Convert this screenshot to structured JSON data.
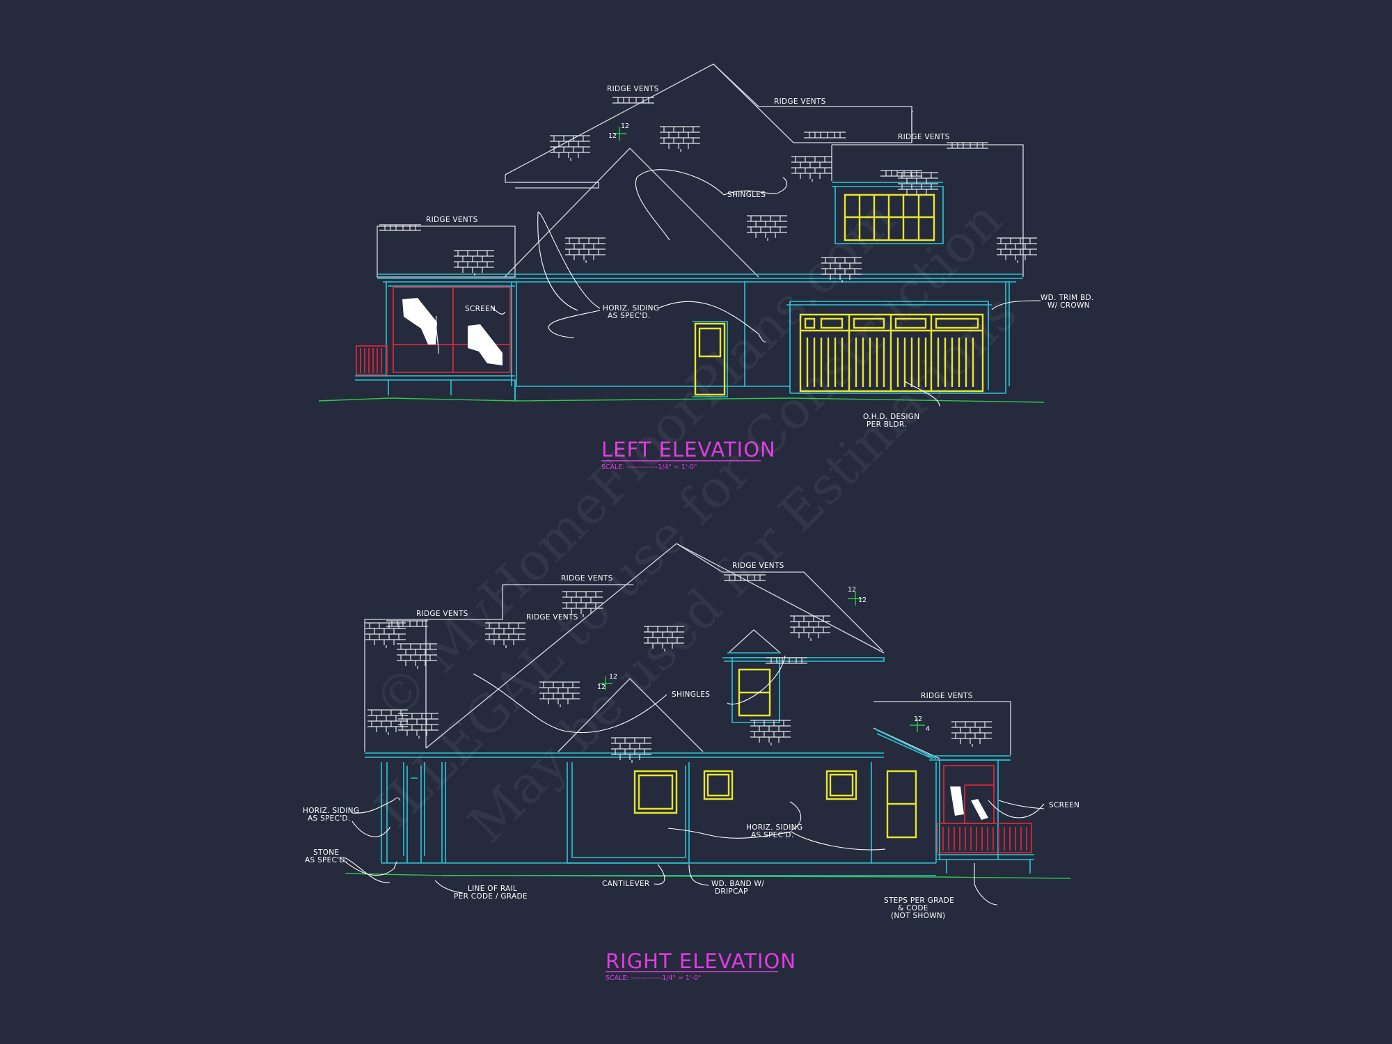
{
  "left_elevation": {
    "title": "LEFT ELEVATION",
    "scale": "SCALE: -------------1/4\" = 1'-0\"",
    "labels": {
      "ridge_vents_1": "RIDGE VENTS",
      "ridge_vents_2": "RIDGE VENTS",
      "ridge_vents_3": "RIDGE VENTS",
      "ridge_vents_4": "RIDGE VENTS",
      "shingles": "SHINGLES",
      "screen": "SCREEN",
      "horiz_siding_1": "HORIZ. SIDING",
      "horiz_siding_2": "AS SPEC'D.",
      "trim_1": "WD. TRIM BD.",
      "trim_2": "W/ CROWN",
      "ohd_1": "O.H.D. DESIGN",
      "ohd_2": "PER BLDR."
    },
    "pitch": {
      "rise": "12",
      "run": "12"
    }
  },
  "right_elevation": {
    "title": "RIGHT ELEVATION",
    "scale": "SCALE: -------------1/4\" = 1'-0\"",
    "labels": {
      "ridge_vents_1": "RIDGE VENTS",
      "ridge_vents_2": "RIDGE VENTS",
      "ridge_vents_3": "RIDGE VENTS",
      "ridge_vents_4": "RIDGE VENTS",
      "ridge_vents_5": "RIDGE VENTS",
      "shingles": "SHINGLES",
      "screen": "SCREEN",
      "horiz_siding_a1": "HORIZ. SIDING",
      "horiz_siding_a2": "AS SPEC'D.",
      "horiz_siding_b1": "HORIZ. SIDING",
      "horiz_siding_b2": "AS SPEC'D.",
      "stone_1": "STONE",
      "stone_2": "AS SPEC'D.",
      "rail_1": "LINE OF RAIL",
      "rail_2": "PER CODE / GRADE",
      "cantilever": "CANTILEVER",
      "band_1": "WD. BAND W/",
      "band_2": "DRIPCAP",
      "steps_1": "STEPS PER GRADE",
      "steps_2": "& CODE",
      "steps_3": "(NOT SHOWN)"
    },
    "pitch_a": {
      "rise": "12",
      "run": "12"
    },
    "pitch_b": {
      "rise": "12",
      "run": "12"
    },
    "pitch_c": {
      "rise": "12",
      "run": "4"
    }
  },
  "watermark": {
    "line1": "© MyHomeFloorPlans.com",
    "line2": "ILLEGAL to use for Construction",
    "line3": "May be used for Estimations"
  },
  "colors": {
    "background": "#252a3d",
    "linework": "#d9dbe3",
    "trim": "#29c8d6",
    "windows": "#e8e62a",
    "screen_porch": "#d8263a",
    "titles": "#e33ce0",
    "grade": "#2fc94a"
  }
}
